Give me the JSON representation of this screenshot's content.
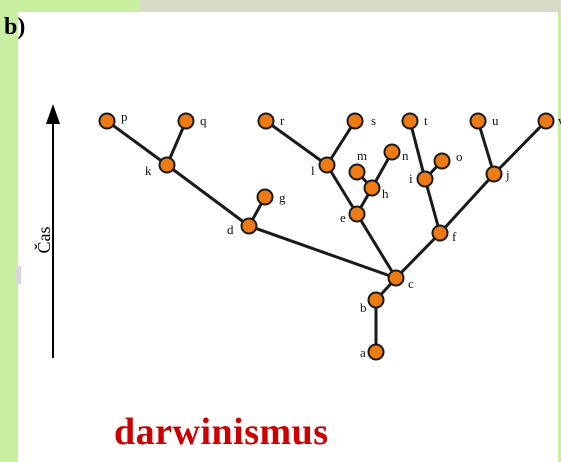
{
  "panel_label": "b)",
  "caption": "darwinismus",
  "axis_label": "Čas",
  "colors": {
    "node_fill": "#ee7a14",
    "caption": "#cc0000",
    "background": "#c8f0a0"
  },
  "nodes": [
    {
      "id": "a",
      "label": "a"
    },
    {
      "id": "b",
      "label": "b"
    },
    {
      "id": "c",
      "label": "c"
    },
    {
      "id": "d",
      "label": "d"
    },
    {
      "id": "e",
      "label": "e"
    },
    {
      "id": "f",
      "label": "f"
    },
    {
      "id": "g",
      "label": "g"
    },
    {
      "id": "h",
      "label": "h"
    },
    {
      "id": "i",
      "label": "i"
    },
    {
      "id": "j",
      "label": "j"
    },
    {
      "id": "k",
      "label": "k"
    },
    {
      "id": "l",
      "label": "l"
    },
    {
      "id": "m",
      "label": "m"
    },
    {
      "id": "n",
      "label": "n"
    },
    {
      "id": "o",
      "label": "o"
    },
    {
      "id": "p",
      "label": "p"
    },
    {
      "id": "q",
      "label": "q"
    },
    {
      "id": "r",
      "label": "r"
    },
    {
      "id": "s",
      "label": "s"
    },
    {
      "id": "t",
      "label": "t"
    },
    {
      "id": "u",
      "label": "u"
    },
    {
      "id": "v",
      "label": "v"
    }
  ],
  "edges": [
    [
      "a",
      "b"
    ],
    [
      "b",
      "c"
    ],
    [
      "c",
      "d"
    ],
    [
      "c",
      "e"
    ],
    [
      "c",
      "f"
    ],
    [
      "d",
      "g"
    ],
    [
      "d",
      "k"
    ],
    [
      "k",
      "p"
    ],
    [
      "k",
      "q"
    ],
    [
      "e",
      "h"
    ],
    [
      "e",
      "l"
    ],
    [
      "l",
      "r"
    ],
    [
      "l",
      "s"
    ],
    [
      "h",
      "m"
    ],
    [
      "h",
      "n"
    ],
    [
      "f",
      "i"
    ],
    [
      "f",
      "j"
    ],
    [
      "i",
      "t"
    ],
    [
      "i",
      "o"
    ],
    [
      "j",
      "u"
    ],
    [
      "j",
      "v"
    ]
  ]
}
